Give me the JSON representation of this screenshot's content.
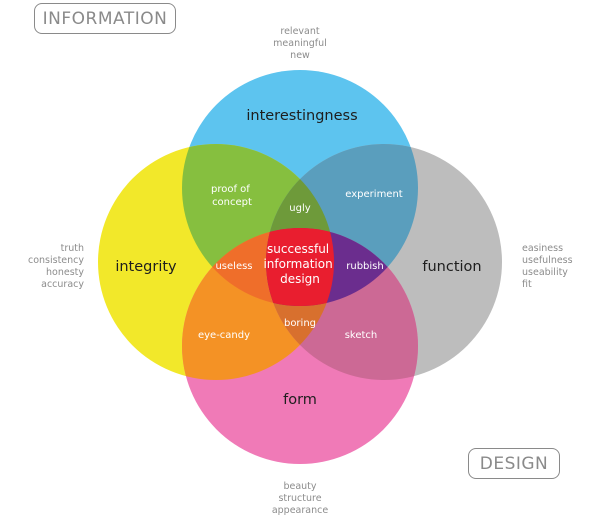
{
  "corner_labels": {
    "information": "INFORMATION",
    "design": "DESIGN"
  },
  "circles": {
    "interestingness": {
      "label": "interestingness",
      "color": "#5dc4ef"
    },
    "integrity": {
      "label": "integrity",
      "color": "#f2e82a"
    },
    "function": {
      "label": "function",
      "color": "#bdbdbd"
    },
    "form": {
      "label": "form",
      "color": "#f07ab7"
    }
  },
  "overlaps": {
    "proof_of_concept": {
      "lines": [
        "proof of",
        "concept"
      ],
      "color": "#86bf3f"
    },
    "experiment": {
      "label": "experiment",
      "color": "#5a9ebd"
    },
    "eye_candy": {
      "label": "eye-candy",
      "color": "#f49225"
    },
    "sketch": {
      "label": "sketch",
      "color": "#cc6995"
    },
    "ugly": {
      "label": "ugly",
      "color": "#6e9a3a"
    },
    "useless": {
      "label": "useless",
      "color": "#ef6e2a"
    },
    "rubbish": {
      "label": "rubbish",
      "color": "#6b2d8e"
    },
    "boring": {
      "label": "boring",
      "color": "#d8702e"
    },
    "center": {
      "lines": [
        "successful",
        "information",
        "design"
      ],
      "color": "#e91e2f"
    }
  },
  "descriptors": {
    "top": [
      "relevant",
      "meaningful",
      "new"
    ],
    "left": [
      "truth",
      "consistency",
      "honesty",
      "accuracy"
    ],
    "right": [
      "easiness",
      "usefulness",
      "useability",
      "fit"
    ],
    "bottom": [
      "beauty",
      "structure",
      "appearance"
    ]
  }
}
